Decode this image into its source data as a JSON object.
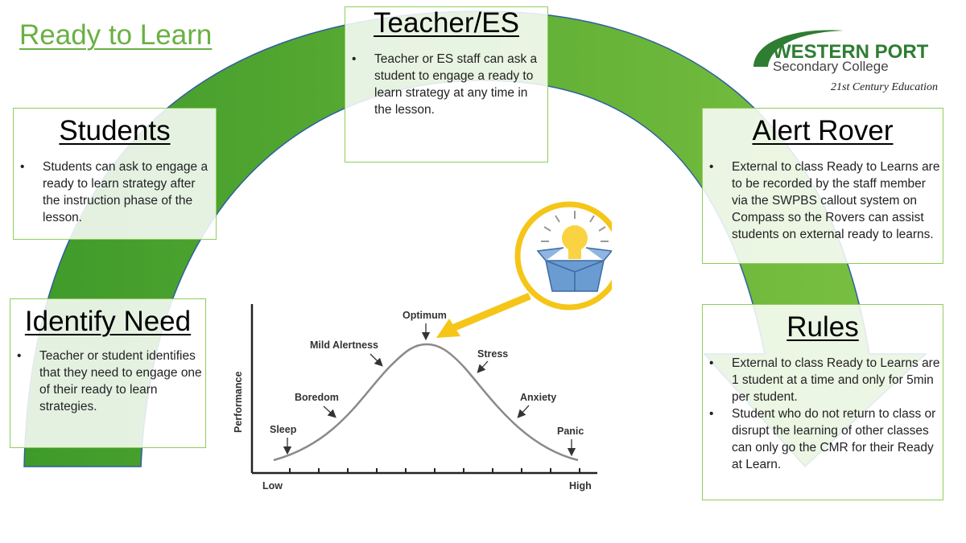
{
  "title": "Ready to Learn",
  "logo": {
    "line1": "WESTERN PORT",
    "line2": "Secondary College",
    "tagline": "21st Century Education",
    "color": "#2e7d32"
  },
  "colors": {
    "arc_light": "#7cc242",
    "arc_dark": "#3e9a2a",
    "arc_edge": "#2f5e9e",
    "box_border": "#8fce5a",
    "bulb_ring": "#f5c518"
  },
  "boxes": {
    "teacher": {
      "heading": "Teacher/ES",
      "bullets": [
        "Teacher or ES staff can ask a student to engage a ready to learn strategy at any time in the lesson."
      ]
    },
    "students": {
      "heading": "Students",
      "bullets": [
        "Students can ask to engage a ready to learn strategy after the instruction phase of the lesson."
      ]
    },
    "identify": {
      "heading": "Identify Need",
      "bullets": [
        "Teacher or student identifies that they need to engage one of their ready to learn strategies."
      ]
    },
    "alert": {
      "heading": "Alert Rover",
      "bullets": [
        "External to class Ready to Learns are to be recorded by the staff member via the SWPBS callout system on Compass so the Rovers can assist students on external ready to learns."
      ]
    },
    "rules": {
      "heading": "Rules",
      "bullets": [
        "External to class Ready to Learns are 1 student at a time and only for 5min per student.",
        "Student who do not return to class or disrupt the learning of other classes can only go the CMR for their Ready at Learn."
      ]
    }
  },
  "curve": {
    "ylabel": "Performance",
    "xlow": "Low",
    "xhigh": "High",
    "labels": {
      "optimum": "Optimum",
      "mild": "Mild Alertness",
      "stress": "Stress",
      "boredom": "Boredom",
      "anxiety": "Anxiety",
      "sleep": "Sleep",
      "panic": "Panic"
    }
  }
}
